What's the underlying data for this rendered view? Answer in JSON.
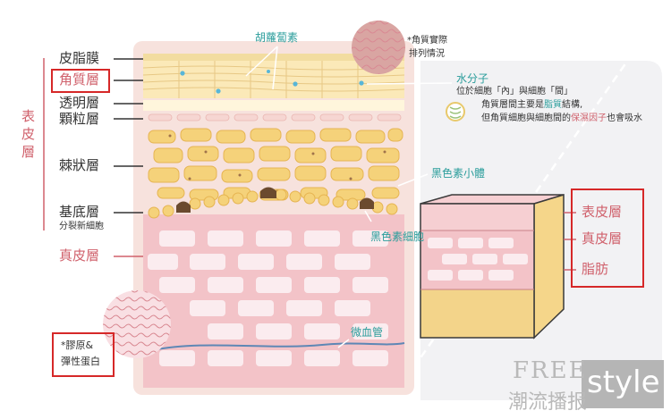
{
  "labels": {
    "sebum_film": "皮脂膜",
    "stratum_corneum": "角質層",
    "stratum_lucidum": "透明層",
    "stratum_granulosum": "顆粒層",
    "stratum_spinosum": "棘狀層",
    "stratum_basale": "基底層",
    "stratum_basale_sub": "分裂新細胞",
    "dermis": "真皮層",
    "epidermis_group": [
      "表",
      "皮",
      "層"
    ]
  },
  "callouts": {
    "carotene": "胡蘿蔔素",
    "actual_arrangement": "*角質實際",
    "actual_arrangement_2": "排列情況",
    "water": "水分子",
    "water_desc": "位於細胞「內」與細胞「間」",
    "lipid_desc_1_pre": "角質層間主要是",
    "lipid_desc_1_hl": "脂質",
    "lipid_desc_1_post": "結構,",
    "lipid_desc_2_pre": "但角質細胞與細胞間的",
    "lipid_desc_2_hl": "保濕因子",
    "lipid_desc_2_post": "也會吸水",
    "melanosome": "黑色素小體",
    "melanocyte": "黑色素細胞",
    "capillary": "微血管",
    "collagen_1": "*膠原&",
    "collagen_2": "彈性蛋白"
  },
  "block_labels": {
    "epidermis": "表皮層",
    "dermis": "真皮層",
    "fat": "脂肪"
  },
  "watermark": {
    "free": "FREE",
    "chinese": "潮流播报",
    "style": "style"
  },
  "colors": {
    "pink_text": "#d0616c",
    "teal_text": "#2a9d9b",
    "highlight_box": "#d62828",
    "skin_cells": "#f5d27a",
    "dermis": "#f3c3c8",
    "fat": "#f3d48a"
  }
}
